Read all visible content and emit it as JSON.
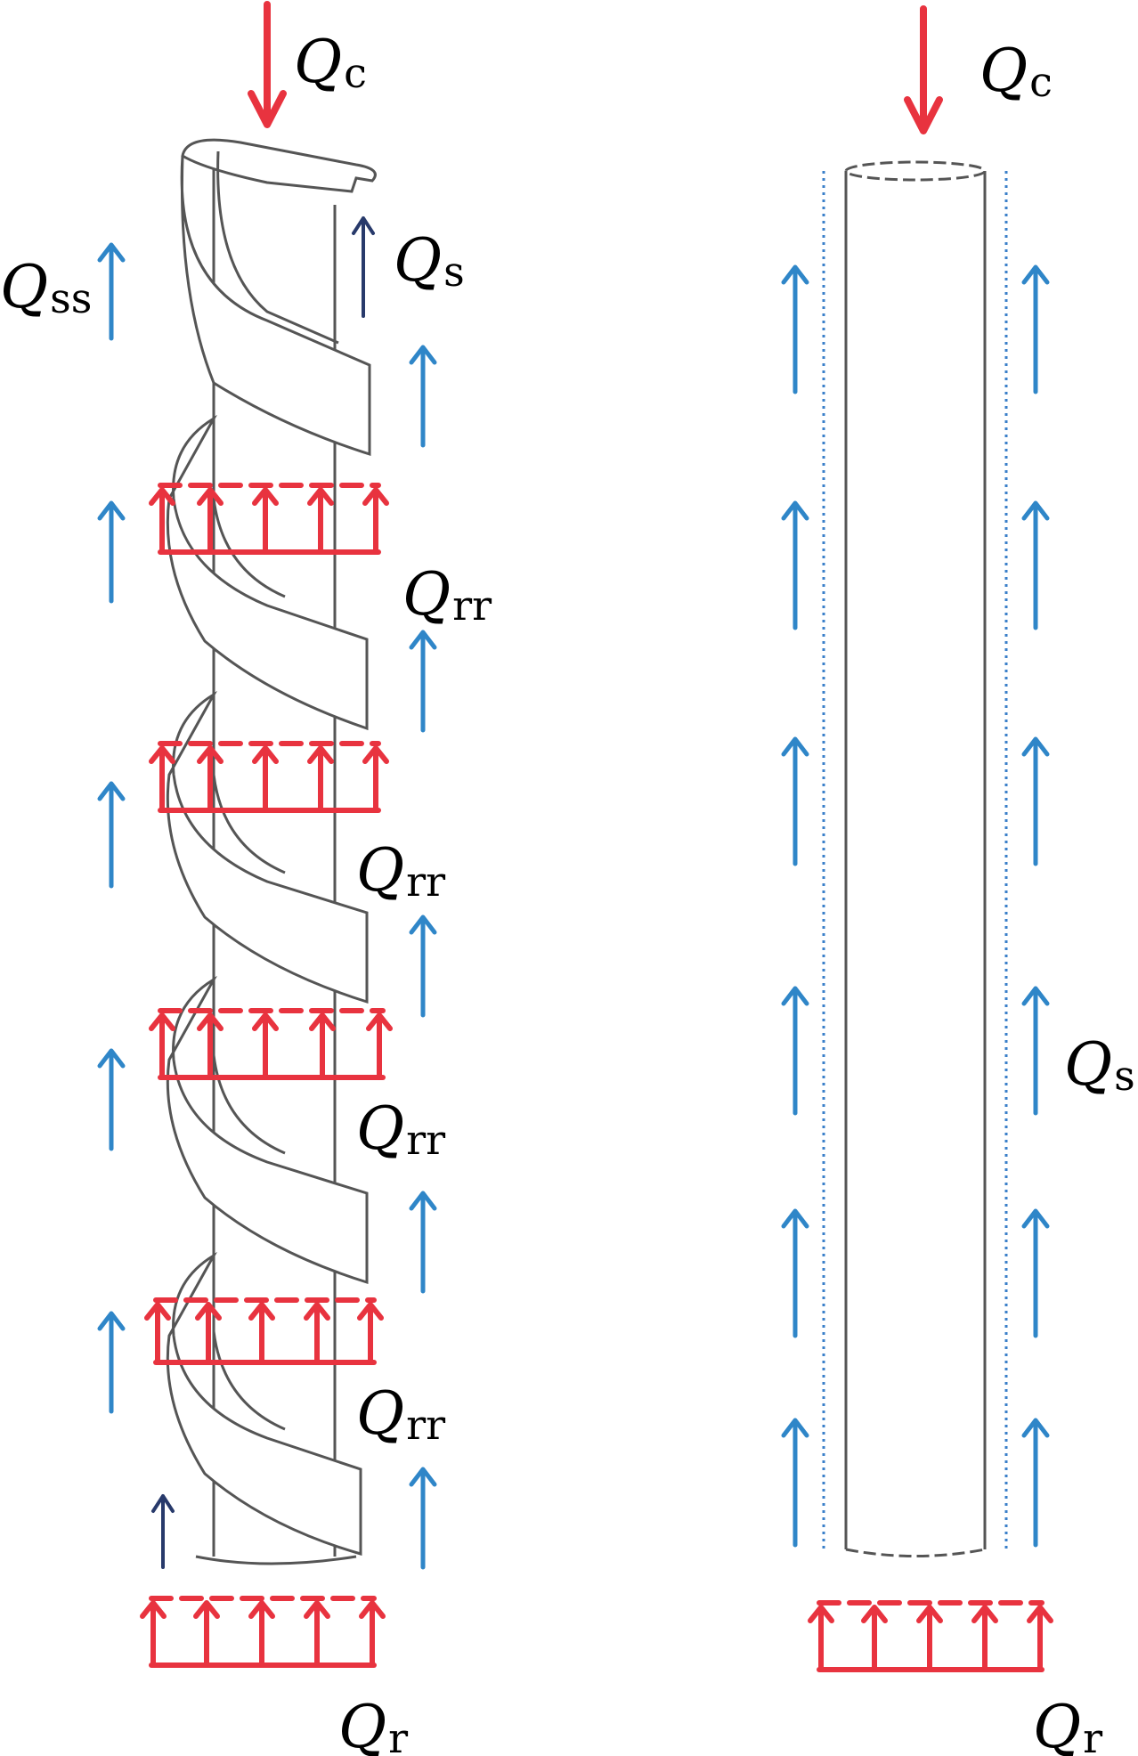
{
  "colors": {
    "red": "#e8333f",
    "blue": "#2f86c8",
    "navy": "#283a6b",
    "outline": "#555555",
    "dotted": "#3a7fc9"
  },
  "left_pile": {
    "name": "helical-pile",
    "labels": {
      "qc": {
        "main": "Q",
        "sub": "c"
      },
      "qss": {
        "main": "Q",
        "sub": "ss"
      },
      "qs": {
        "main": "Q",
        "sub": "s"
      },
      "qrr": [
        {
          "main": "Q",
          "sub": "rr"
        },
        {
          "main": "Q",
          "sub": "rr"
        },
        {
          "main": "Q",
          "sub": "rr"
        },
        {
          "main": "Q",
          "sub": "rr"
        }
      ],
      "qr": {
        "main": "Q",
        "sub": "r"
      }
    }
  },
  "right_pile": {
    "name": "straight-pile",
    "labels": {
      "qc": {
        "main": "Q",
        "sub": "c"
      },
      "qs": {
        "main": "Q",
        "sub": "s"
      },
      "qr": {
        "main": "Q",
        "sub": "r"
      }
    }
  },
  "icons": {
    "down_arrow": "red-down-arrow-icon",
    "up_arrow": "blue-up-arrow-icon",
    "bearing": "bearing-arrows-icon"
  }
}
